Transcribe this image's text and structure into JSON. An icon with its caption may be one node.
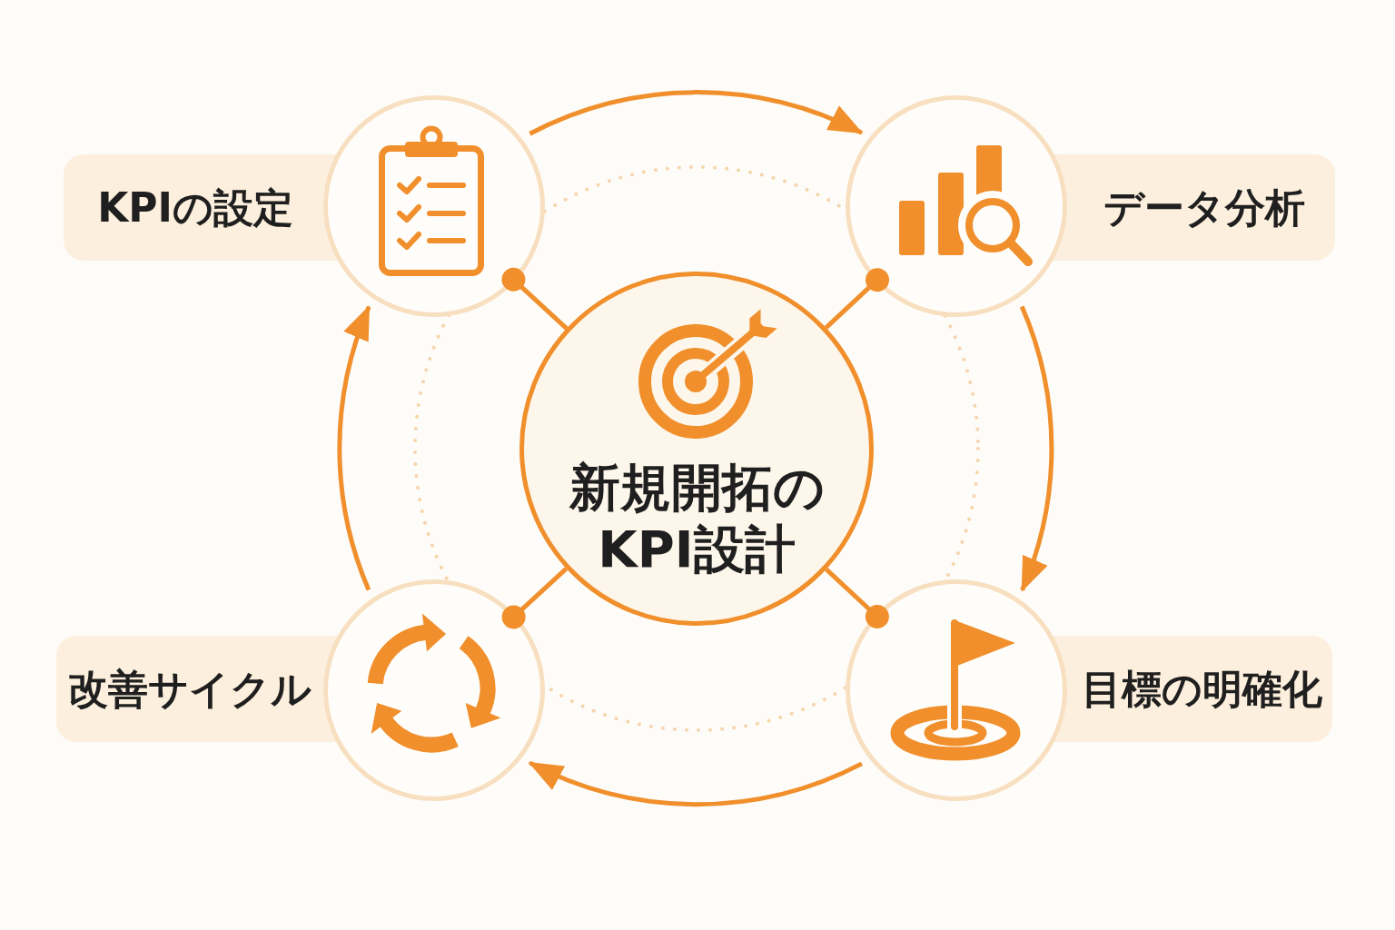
{
  "diagram": {
    "nodes": [
      {
        "text": [
          "新規開拓のKPI設計"
        ]
      },
      {
        "text": [],
        "shape": "circle"
      },
      {
        "text": [],
        "shape": "circle"
      },
      {
        "text": [],
        "shape": "circle"
      },
      {
        "text": [],
        "shape": "circle"
      },
      {
        "text": [
          "KPIの設定"
        ]
      },
      {
        "text": [
          "データ分析"
        ]
      },
      {
        "text": [
          "目標の明確化"
        ]
      },
      {
        "text": [
          "改善サイクル"
        ]
      }
    ],
    "edges": [
      {
        "from": 0,
        "to": 1,
        "arrow": "other"
      },
      {
        "from": 0,
        "to": 2,
        "arrow": "other"
      },
      {
        "from": 0,
        "to": 3,
        "arrow": "other"
      },
      {
        "from": 0,
        "to": 4,
        "arrow": "other"
      },
      {
        "from": 1,
        "to": 2,
        "arrow": "to"
      },
      {
        "from": 2,
        "to": 3,
        "arrow": "to"
      },
      {
        "from": 3,
        "to": 4,
        "arrow": "to"
      },
      {
        "from": 4,
        "to": 1,
        "arrow": "to"
      }
    ]
  }
}
